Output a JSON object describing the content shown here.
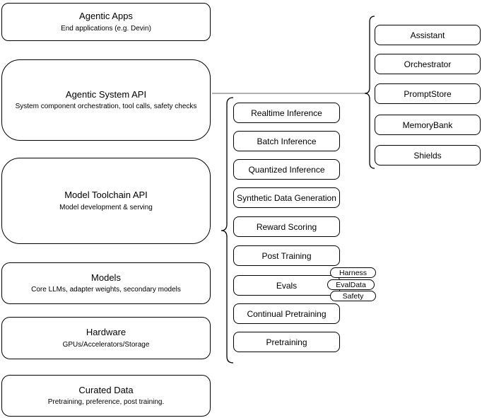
{
  "canvas": {
    "background": "#ffffff",
    "stroke_color": "#000000",
    "connector_color": "#808080"
  },
  "stack": {
    "boxes": [
      {
        "title": "Agentic Apps",
        "subtitle": "End applications (e.g. Devin)"
      },
      {
        "title": "Agentic System API",
        "subtitle": "System component orchestration, tool calls, safety checks"
      },
      {
        "title": "Model Toolchain API",
        "subtitle": "Model development & serving"
      },
      {
        "title": "Models",
        "subtitle": "Core LLMs, adapter weights, secondary models"
      },
      {
        "title": "Hardware",
        "subtitle": "GPUs/Accelerators/Storage"
      },
      {
        "title": "Curated Data",
        "subtitle": "Pretraining, preference, post training."
      }
    ]
  },
  "toolchain_group": {
    "items": [
      "Realtime Inference",
      "Batch Inference",
      "Quantized Inference",
      "Synthetic Data Generation",
      "Reward Scoring",
      "Post Training",
      "Evals",
      "Continual Pretraining",
      "Pretraining"
    ],
    "evals_badges": [
      "Harness",
      "EvalData",
      "Safety"
    ]
  },
  "system_group": {
    "items": [
      "Assistant",
      "Orchestrator",
      "PromptStore",
      "MemoryBank",
      "Shields"
    ]
  }
}
